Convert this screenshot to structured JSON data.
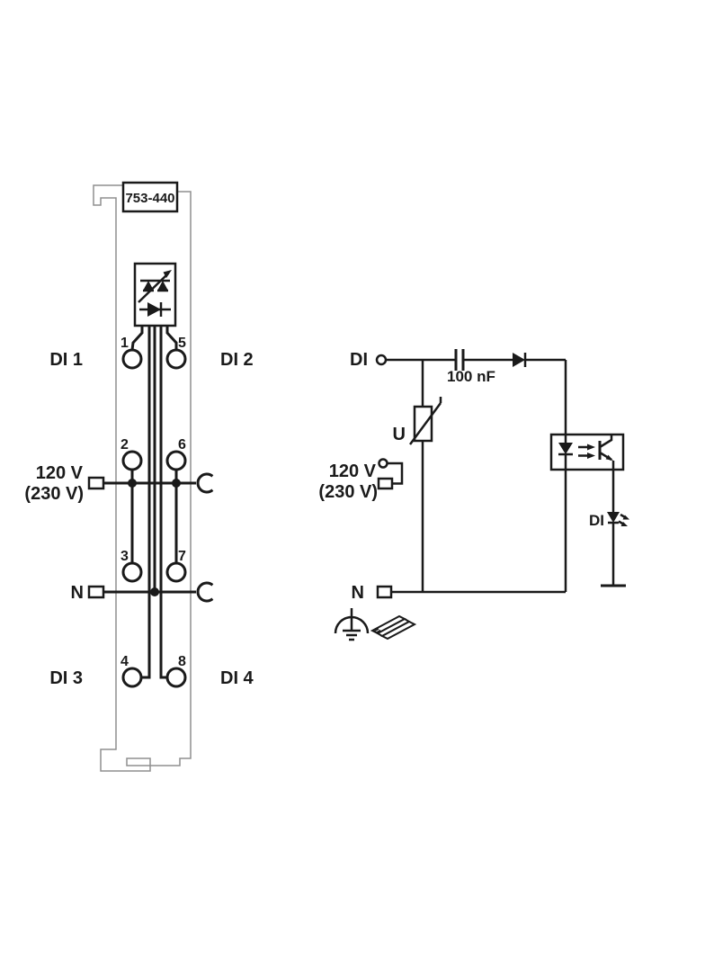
{
  "diagram": {
    "type": "module-wiring-diagram",
    "module": {
      "model": "753-440",
      "channel_labels": {
        "di1": "DI 1",
        "di2": "DI 2",
        "di3": "DI 3",
        "di4": "DI 4"
      },
      "power_label_line1": "120 V",
      "power_label_line2": "(230 V)",
      "neutral_label": "N",
      "terminal_numbers": [
        "1",
        "2",
        "3",
        "4",
        "5",
        "6",
        "7",
        "8"
      ]
    },
    "schematic": {
      "input_label": "DI",
      "capacitor_value": "100 nF",
      "varistor_label": "U",
      "power_label_line1": "120 V",
      "power_label_line2": "(230 V)",
      "neutral_label": "N",
      "status_led_label": "DI"
    },
    "colors": {
      "line": "#1a1a1a",
      "module_outline": "#8f8f8f",
      "background": "#ffffff"
    }
  }
}
